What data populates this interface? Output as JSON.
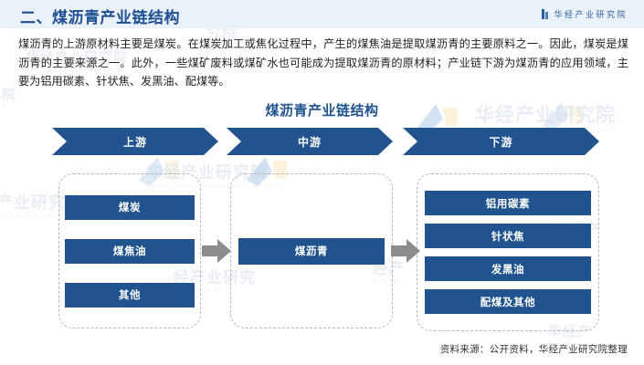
{
  "header": {
    "title": "二、煤沥青产业链结构",
    "brand_name": "华经产业研究院",
    "brand_icon": "book-bars-icon",
    "band_color": "#eaf1f9",
    "title_color": "#1c4f93"
  },
  "body": {
    "paragraph": "煤沥青的上游原材料主要是煤炭。在煤炭加工或焦化过程中，产生的煤焦油是提取煤沥青的主要原料之一。因此，煤炭是煤沥青的主要来源之一。此外，一些煤矿废料或煤矿水也可能成为提取煤沥青的原材料；产业链下游为煤沥青的应用领域，主要为铝用碳素、针状焦、发黑油、配煤等。"
  },
  "chart_data": {
    "type": "diagram",
    "title": "煤沥青产业链结构",
    "accent_color": "#21548f",
    "connector_color": "#8c8c8c",
    "group_border_color": "#b7b7b7",
    "stages": [
      {
        "label": "上游",
        "nodes": [
          "煤炭",
          "煤焦油",
          "其他"
        ]
      },
      {
        "label": "中游",
        "nodes": [
          "煤沥青"
        ]
      },
      {
        "label": "下游",
        "nodes": [
          "铝用碳素",
          "针状焦",
          "发黑油",
          "配煤及其他"
        ]
      }
    ],
    "connectors": [
      {
        "from": "上游",
        "to": "中游",
        "icon": "right-arrow-icon"
      },
      {
        "from": "中游",
        "to": "下游",
        "icon": "right-arrow-icon"
      }
    ]
  },
  "footer": {
    "source": "资料来源：公开资料，华经产业研究院整理"
  },
  "watermarks": {
    "text": "华经产业研究院",
    "subtext": "HUAJING INDUSTRY RESEARCH INSTITUTE",
    "color": "#c9d6e6"
  }
}
